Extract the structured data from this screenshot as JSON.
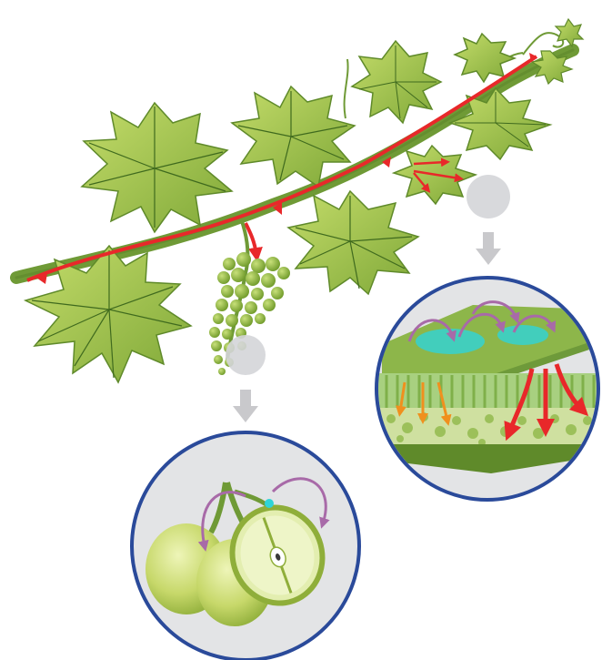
{
  "diagram": {
    "labels": [],
    "colors": {
      "leaf_light": "#b7d35a",
      "leaf_mid": "#8fb83c",
      "leaf_dark": "#5f8a2a",
      "vein": "#3f6a1e",
      "stem": "#6f9a36",
      "phloem_flow": "#e8282a",
      "xylem_flow": "#f0901e",
      "recycle_flow": "#a86aa8",
      "water_spot": "#2fd4d8",
      "inset_border": "#2a4a9a",
      "inset_bg": "#e3e4e6",
      "pointer_arrow": "#c9c9cc",
      "grape": "#c7d86a"
    },
    "icons": [
      "grapevine-branch",
      "grape-cluster",
      "leaf-cross-section",
      "grape-berry-cross-section",
      "flow-arrow"
    ]
  }
}
